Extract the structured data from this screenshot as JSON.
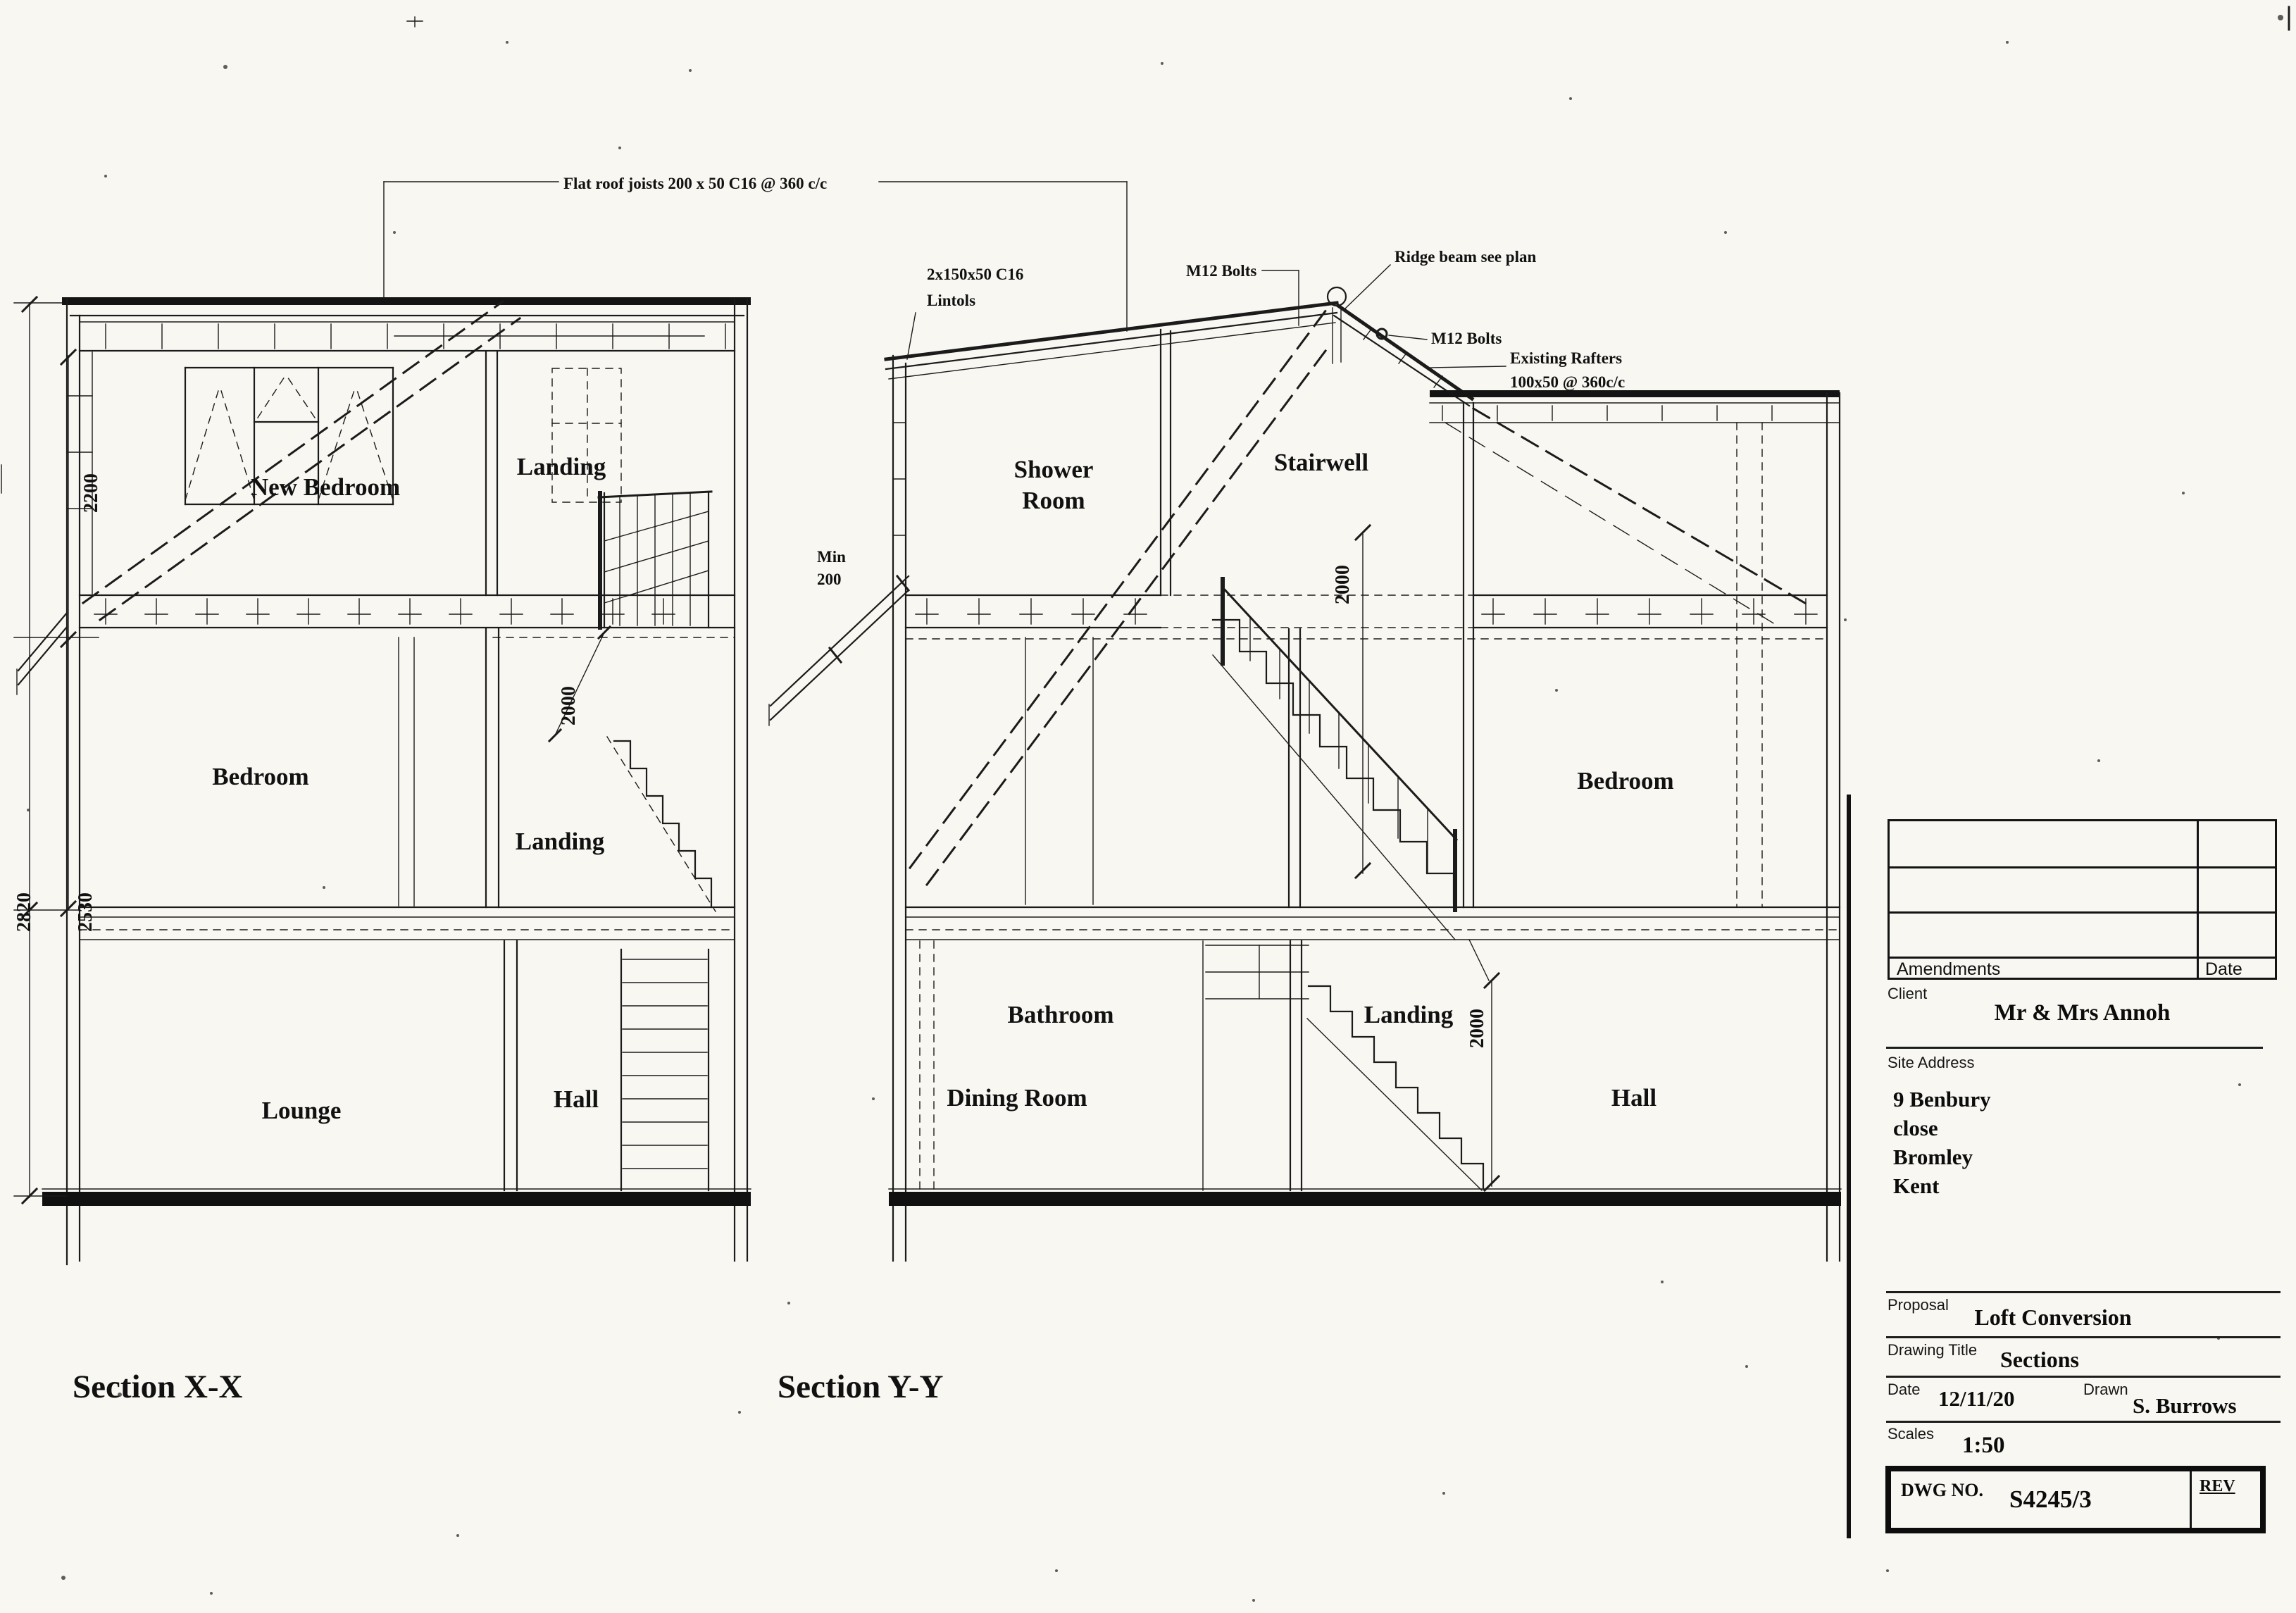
{
  "sections": {
    "x": {
      "title": "Section X-X",
      "rooms": {
        "new_bedroom": "New Bedroom",
        "landing_loft": "Landing",
        "bedroom": "Bedroom",
        "landing_first": "Landing",
        "lounge": "Lounge",
        "hall": "Hall"
      },
      "dims": {
        "loft_height": "2200",
        "storey_lower": "2820",
        "storey_upper": "2530",
        "stair_headroom": "2000"
      },
      "callouts": {
        "flat_roof_joists": "Flat roof joists 200 x 50 C16 @ 360 c/c"
      }
    },
    "y": {
      "title": "Section Y-Y",
      "rooms": {
        "shower_line1": "Shower",
        "shower_line2": "Room",
        "stairwell": "Stairwell",
        "bathroom": "Bathroom",
        "landing": "Landing",
        "bedroom": "Bedroom",
        "dining_room": "Dining Room",
        "hall": "Hall"
      },
      "dims": {
        "min_line1": "Min",
        "min_line2": "200",
        "stairwell_headroom": "2000",
        "stair_headroom": "2000"
      },
      "callouts": {
        "lintols_line1": "2x150x50 C16",
        "lintols_line2": "Lintols",
        "m12_bolts_top": "M12 Bolts",
        "ridge_beam": "Ridge beam see plan",
        "m12_bolts_side": "M12 Bolts",
        "existing_rafters_line1": "Existing Rafters",
        "existing_rafters_line2": "100x50 @ 360c/c"
      }
    }
  },
  "title_block": {
    "amendments_header": "Amendments",
    "date_header": "Date",
    "client_label": "Client",
    "client_name": "Mr & Mrs Annoh",
    "site_address_label": "Site Address",
    "site_address_lines": [
      "9 Benbury",
      "close",
      "Bromley",
      "Kent"
    ],
    "proposal_label": "Proposal",
    "proposal_value": "Loft Conversion",
    "drawing_title_label": "Drawing Title",
    "drawing_title_value": "Sections",
    "date_label": "Date",
    "date_value": "12/11/20",
    "drawn_label": "Drawn",
    "drawn_value": "S. Burrows",
    "scales_label": "Scales",
    "scales_value": "1:50",
    "dwg_no_label": "DWG NO.",
    "dwg_no_value": "S4245/3",
    "rev_label": "REV"
  },
  "colors": {
    "paper": "#f8f7f2",
    "ink": "#1b1b1b"
  }
}
